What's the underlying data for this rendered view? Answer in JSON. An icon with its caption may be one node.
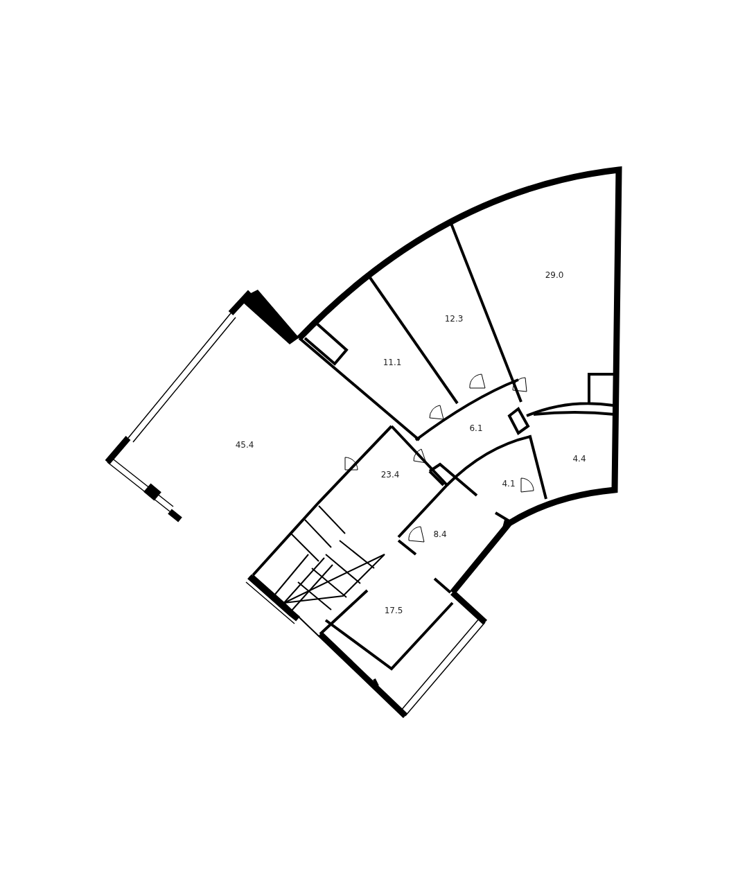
{
  "diagram": {
    "labels": [
      "29.0",
      "12.3",
      "11.1",
      "6.1",
      "45.4",
      "23.4",
      "4.4",
      "4.1",
      "8.4",
      "17.5"
    ]
  }
}
